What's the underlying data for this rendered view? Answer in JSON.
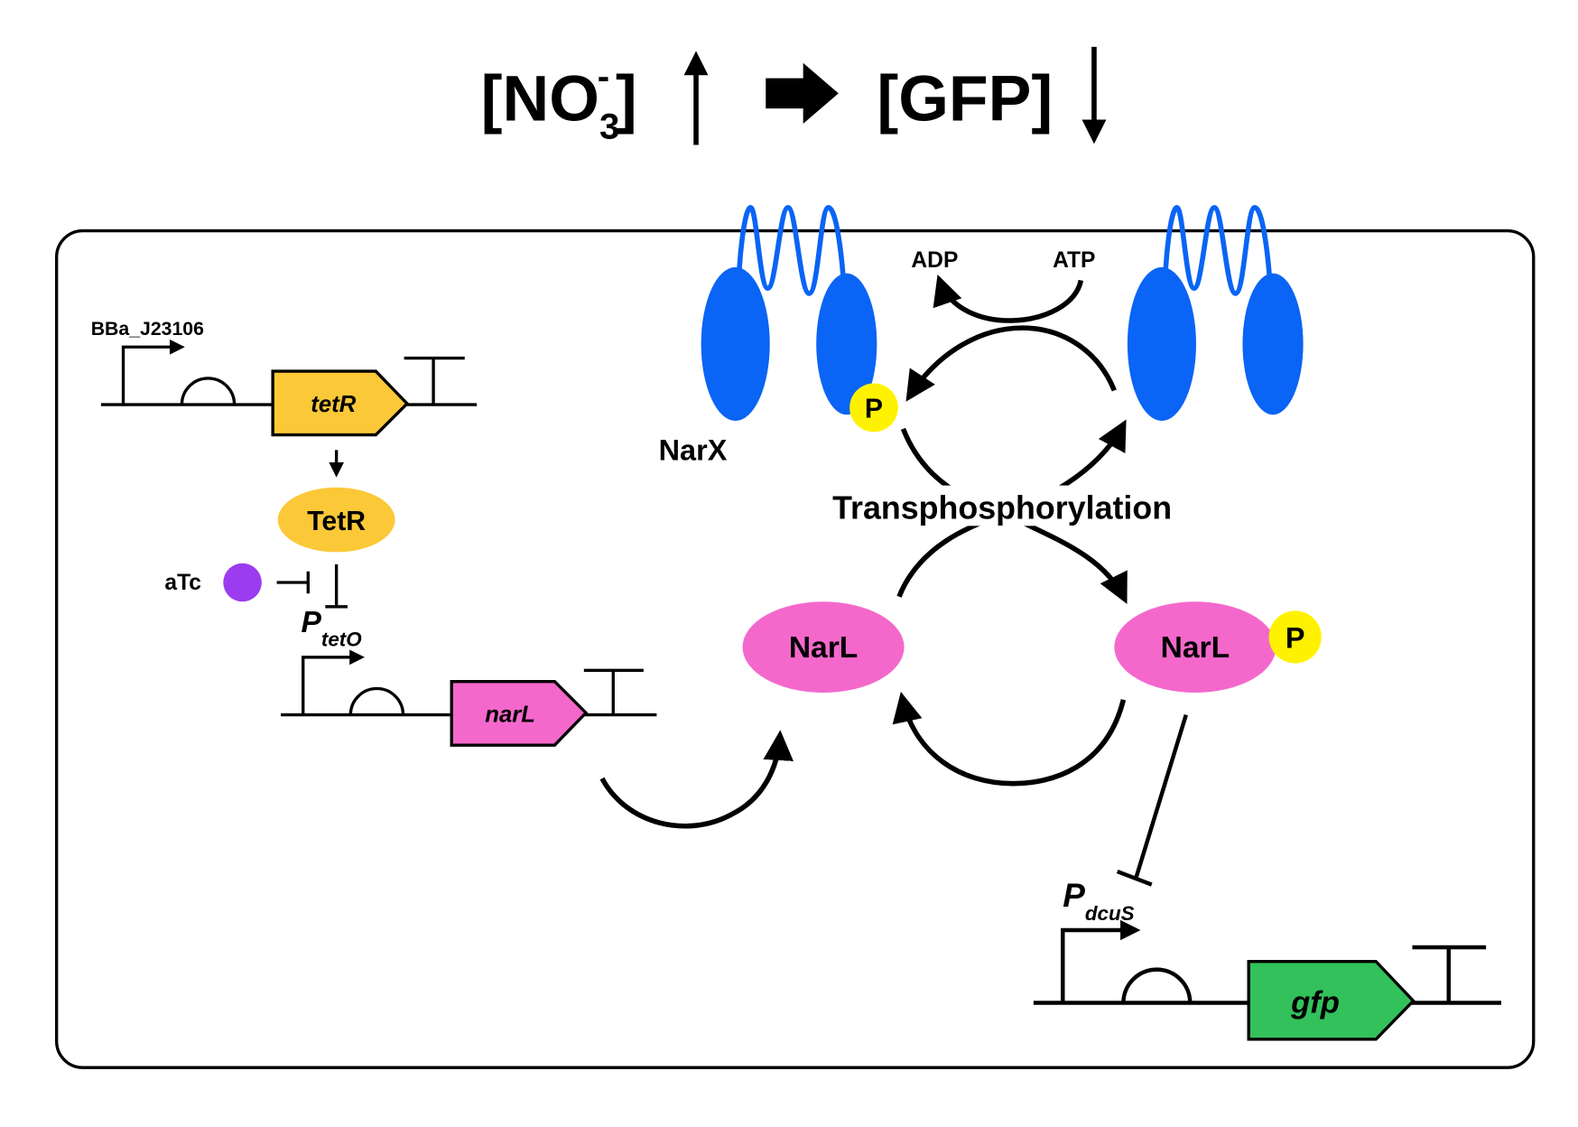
{
  "header": {
    "nitrate_open": "[NO",
    "nitrate_sub": "3",
    "nitrate_sup": "-",
    "nitrate_close": "]",
    "gfp": "[GFP]"
  },
  "left_circuit": {
    "promoter_name": "BBa_J23106",
    "tetR_gene": "tetR",
    "tetR_protein": "TetR",
    "inducer": "aTc",
    "ptet_P": "P",
    "ptet_sub": "tetO",
    "narL_gene": "narL"
  },
  "pathway": {
    "narX": "NarX",
    "adp": "ADP",
    "atp": "ATP",
    "phospho_left": "P",
    "transphos": "Transphosphorylation",
    "narL_left": "NarL",
    "narL_right": "NarL",
    "phospho_right": "P"
  },
  "gfp_circuit": {
    "pdcus_P": "P",
    "pdcus_sub": "dcuS",
    "gfp_gene": "gfp"
  },
  "colors": {
    "tetR_fill": "#fbc838",
    "narL_fill": "#f468cc",
    "gfp_fill": "#33c15b",
    "narX_fill": "#0a64f5",
    "phosphate_fill": "#fff200",
    "atc_fill": "#9b3cf0"
  }
}
